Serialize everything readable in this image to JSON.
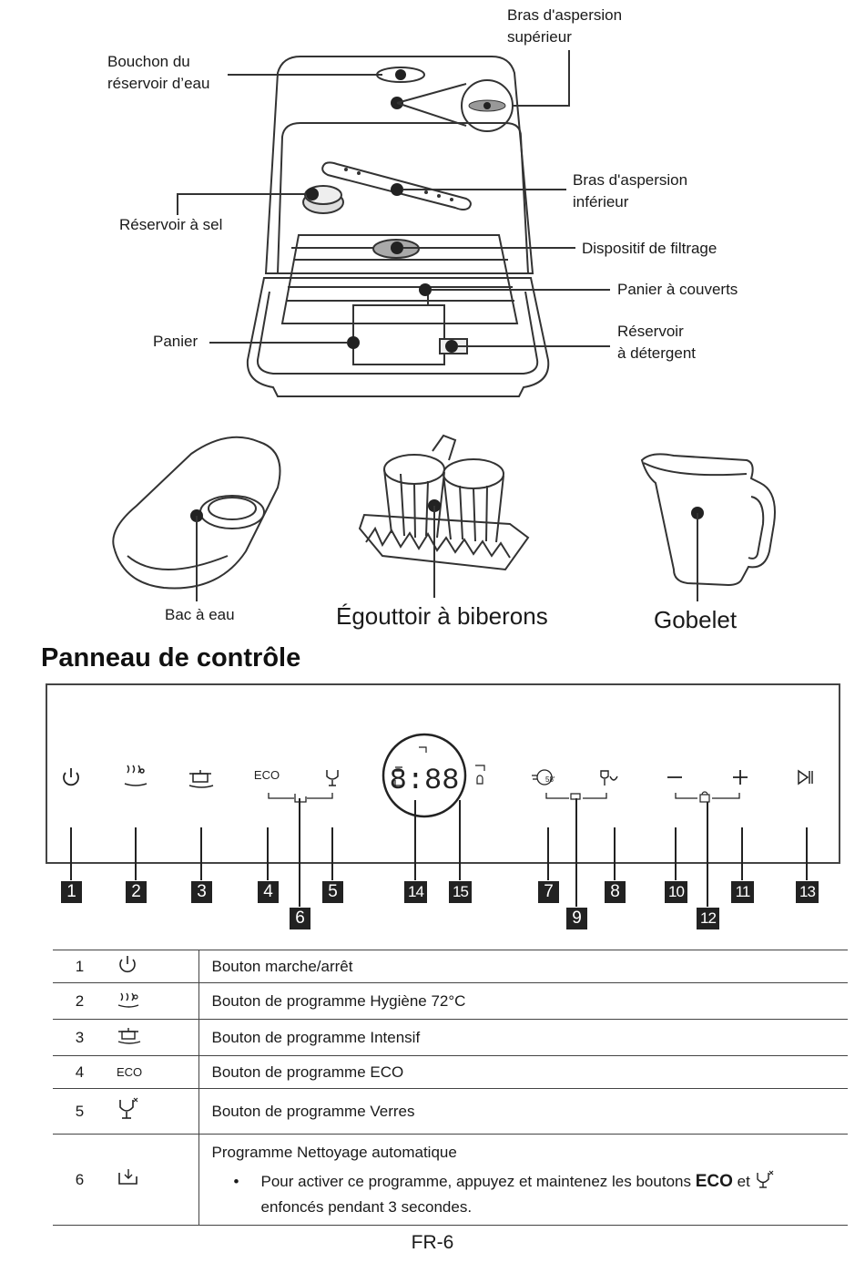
{
  "diagram": {
    "labels": {
      "upper_spray_arm": "Bras d'aspersion\nsupérieur",
      "water_tank_cap": "Bouchon du\nréservoir d’eau",
      "lower_spray_arm": "Bras d'aspersion\ninférieur",
      "salt_reservoir": "Réservoir à sel",
      "filter": "Dispositif de filtrage",
      "cutlery_basket": "Panier à couverts",
      "basket": "Panier",
      "detergent_reservoir": "Réservoir\nà détergent"
    },
    "accessories": {
      "water_tray": "Bac à eau",
      "bottle_rack": "Égouttoir à biberons",
      "cup": "Gobelet"
    }
  },
  "control_panel": {
    "title": "Panneau de contrôle",
    "display_digits": "8:88",
    "icons": {
      "eco": "ECO",
      "minus": "−",
      "plus": "+",
      "play_pause": "▷||"
    },
    "numbers": [
      "1",
      "2",
      "3",
      "4",
      "5",
      "6",
      "7",
      "8",
      "9",
      "10",
      "11",
      "12",
      "13",
      "14",
      "15"
    ]
  },
  "legend": [
    {
      "num": "1",
      "icon": "power-icon",
      "desc": "Bouton marche/arrêt"
    },
    {
      "num": "2",
      "icon": "hygiene-icon",
      "desc": "Bouton de programme Hygiène 72°C"
    },
    {
      "num": "3",
      "icon": "pot-icon",
      "desc": "Bouton de programme Intensif"
    },
    {
      "num": "4",
      "icon_text": "ECO",
      "desc": "Bouton de programme ECO"
    },
    {
      "num": "5",
      "icon": "glass-icon",
      "desc": "Bouton de programme Verres"
    },
    {
      "num": "6",
      "icon": "self-clean-icon",
      "desc": "Programme Nettoyage automatique",
      "bullet_pre": "Pour activer ce programme, appuyez et maintenez les boutons",
      "bullet_eco": "ECO",
      "bullet_and": "et",
      "bullet_post": "enfoncés pendant 3 secondes."
    }
  ],
  "footer": "FR-6"
}
